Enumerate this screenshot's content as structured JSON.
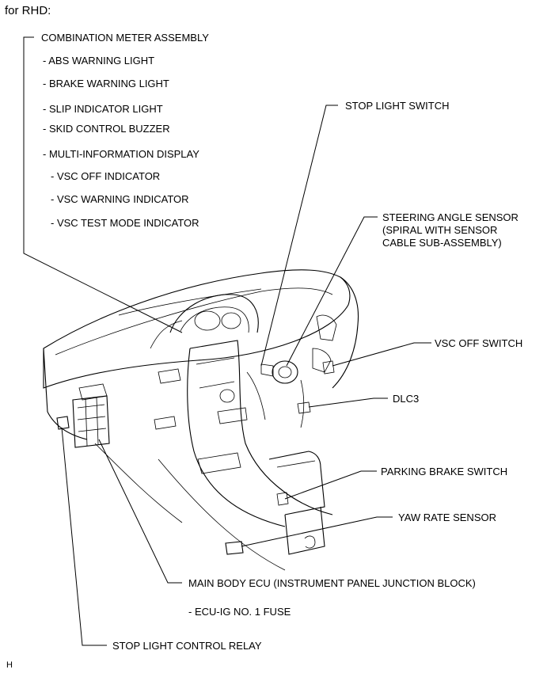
{
  "header": "for RHD:",
  "labels": {
    "combination_meter": "COMBINATION METER ASSEMBLY",
    "abs_light": "- ABS WARNING LIGHT",
    "brake_light": "- BRAKE WARNING LIGHT",
    "slip_light": "- SLIP INDICATOR LIGHT",
    "skid_buzzer": "- SKID CONTROL BUZZER",
    "multi_display": "- MULTI-INFORMATION DISPLAY",
    "vsc_off_indicator": "- VSC OFF INDICATOR",
    "vsc_warning_indicator": "- VSC WARNING INDICATOR",
    "vsc_test_mode_indicator": "- VSC TEST MODE INDICATOR",
    "stop_light_switch": "STOP LIGHT SWITCH",
    "steering_angle_sensor_1": "STEERING ANGLE SENSOR",
    "steering_angle_sensor_2": "(SPIRAL WITH SENSOR",
    "steering_angle_sensor_3": "CABLE SUB-ASSEMBLY)",
    "vsc_off_switch": "VSC OFF SWITCH",
    "dlc3": "DLC3",
    "parking_brake_switch": "PARKING BRAKE SWITCH",
    "yaw_rate_sensor": "YAW RATE SENSOR",
    "main_body_ecu": "MAIN BODY ECU (INSTRUMENT PANEL JUNCTION BLOCK)",
    "ecu_ig_fuse": "- ECU-IG NO. 1 FUSE",
    "stop_light_control_relay": "STOP LIGHT CONTROL RELAY"
  },
  "footer_code": "H"
}
